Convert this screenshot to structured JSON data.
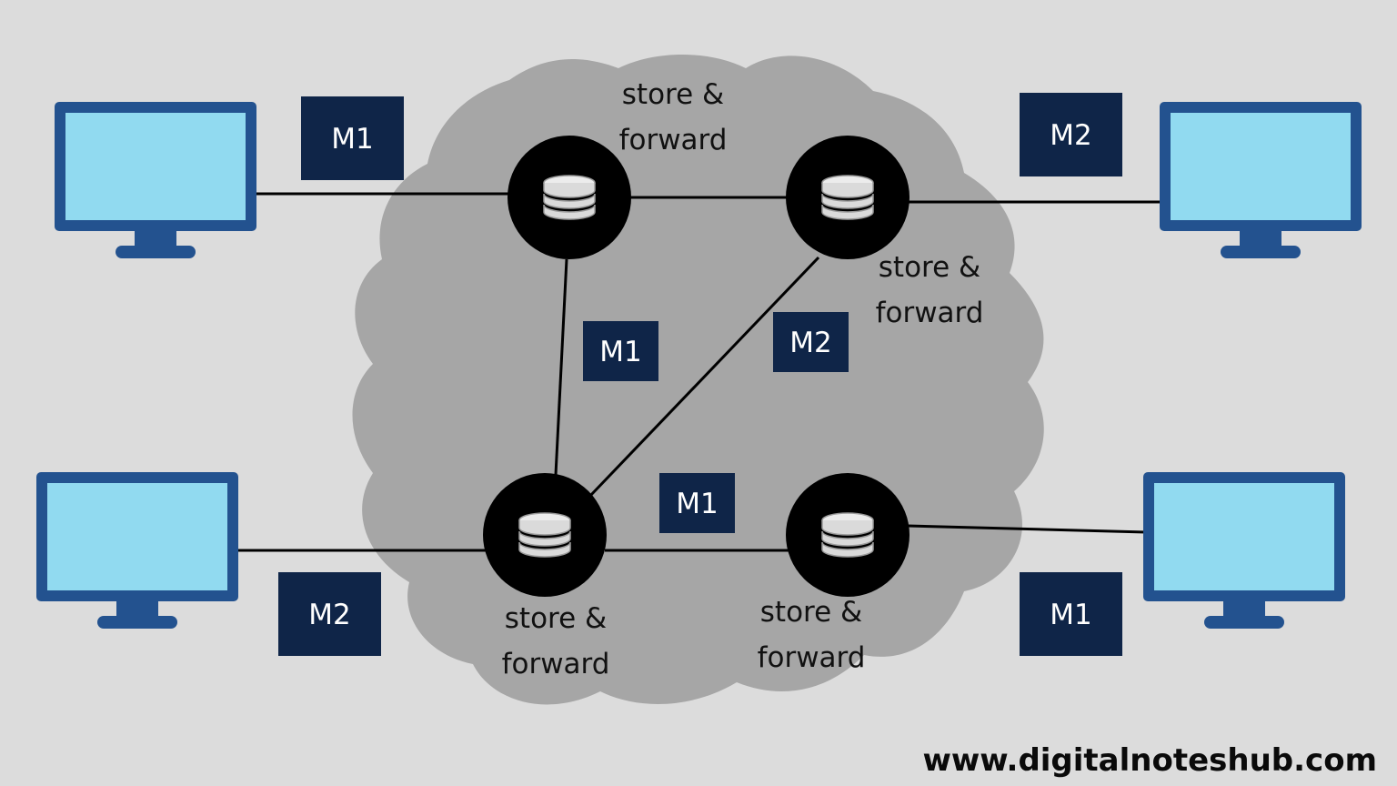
{
  "nodes": {
    "top_left": {
      "label_line1": "store &",
      "label_line2": "forward"
    },
    "top_right": {
      "label_line1": "store &",
      "label_line2": "forward"
    },
    "bottom_left": {
      "label_line1": "store &",
      "label_line2": "forward"
    },
    "bottom_right": {
      "label_line1": "store &",
      "label_line2": "forward"
    }
  },
  "messages": {
    "host_top_left": "M1",
    "host_top_right": "M2",
    "link_vertical": "M1",
    "link_diagonal": "M2",
    "link_bottom": "M1",
    "host_bottom_left": "M2",
    "host_bottom_right": "M1"
  },
  "footer": {
    "url": "www.digitalnoteshub.com"
  },
  "colors": {
    "background": "#dcdcdc",
    "cloud": "#a6a6a6",
    "monitor_frame": "#23528f",
    "monitor_screen": "#91daf0",
    "message_box": "#0f2548",
    "node_circle": "#000000",
    "database": "#e6e6e6"
  },
  "icons": {
    "computer": "monitor-icon",
    "switch_node": "database-icon"
  }
}
